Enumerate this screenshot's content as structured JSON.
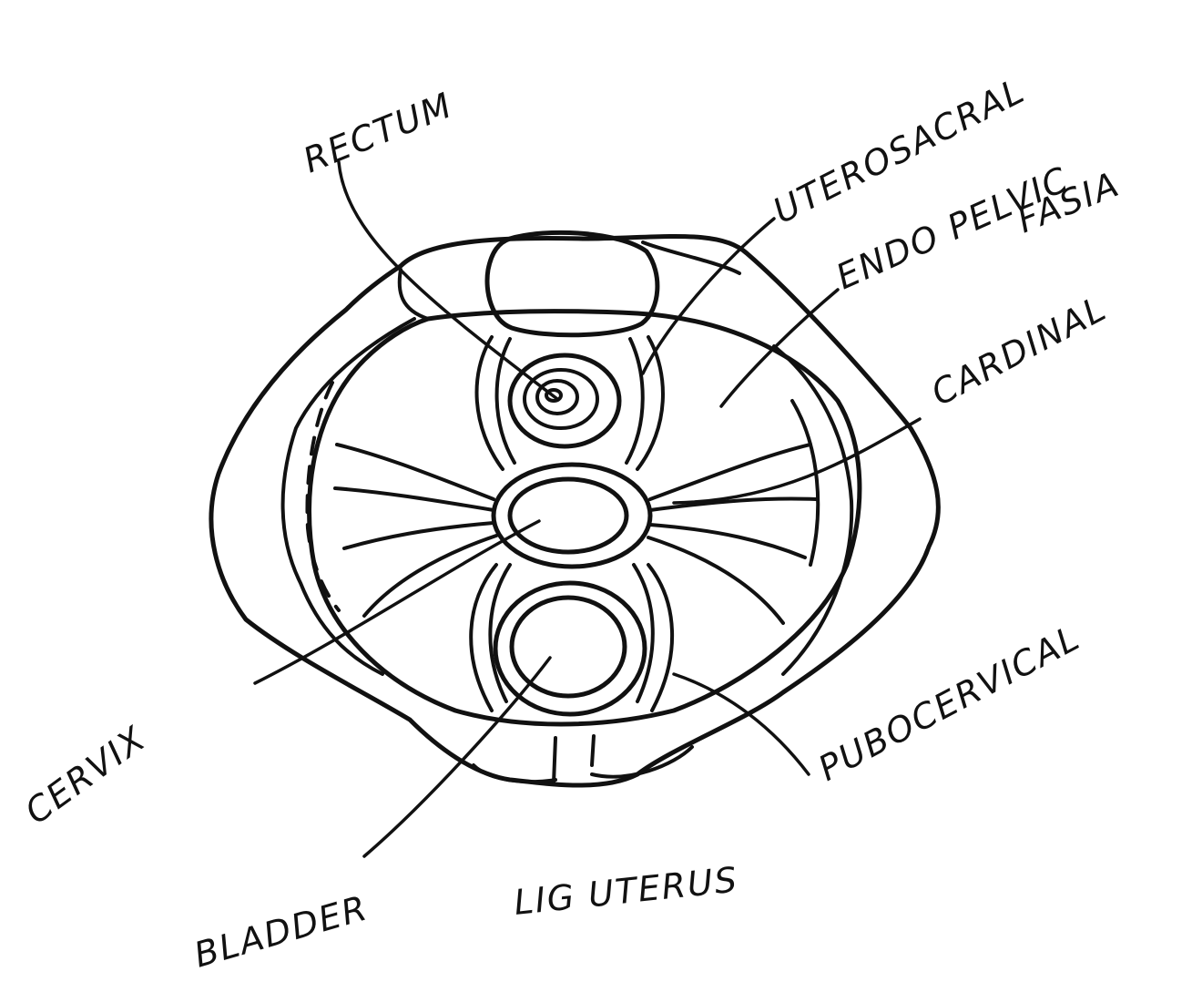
{
  "labels": {
    "rectum": "RECTUM",
    "uterosacral": "UTEROSACRAL",
    "endopelvic_line1": "ENDO PELVIC",
    "endopelvic_line2": "FASIA",
    "cardinal": "CARDINAL",
    "cervix": "CERVIX",
    "pubocervical": "PUBOCERVICAL",
    "bladder": "BLADDER",
    "lig_uterus": "LIG UTERUS"
  },
  "colors": {
    "ink": "#111111",
    "paper": "#ffffff"
  }
}
